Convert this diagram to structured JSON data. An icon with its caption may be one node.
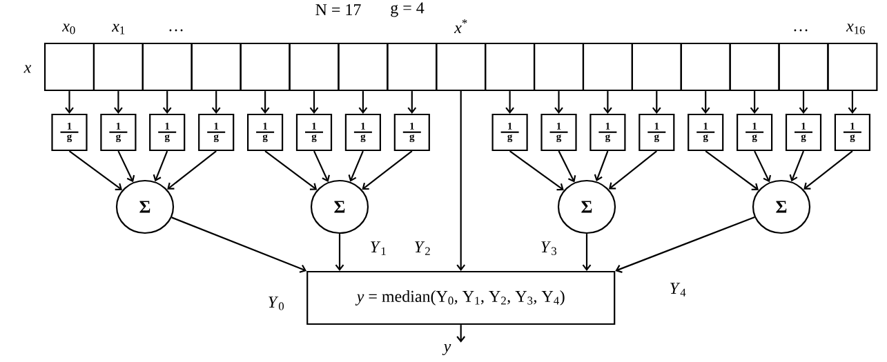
{
  "diagram": {
    "nodes": [
      {
        "text": [],
        "shape": "box",
        "beside": [
          "*x*$_{0}$"
        ]
      },
      {
        "text": [],
        "shape": "box",
        "beside": [
          "*x*$_{1}$"
        ]
      },
      {
        "text": [],
        "shape": "box",
        "beside": [
          "…"
        ]
      },
      {
        "text": [],
        "shape": "box"
      },
      {
        "text": [],
        "shape": "box"
      },
      {
        "text": [],
        "shape": "box"
      },
      {
        "text": [],
        "shape": "box"
      },
      {
        "text": [],
        "shape": "box"
      },
      {
        "text": [],
        "shape": "box",
        "beside": [
          "*x*$^{*}$"
        ]
      },
      {
        "text": [],
        "shape": "box"
      },
      {
        "text": [],
        "shape": "box"
      },
      {
        "text": [],
        "shape": "box"
      },
      {
        "text": [],
        "shape": "box"
      },
      {
        "text": [],
        "shape": "box"
      },
      {
        "text": [],
        "shape": "box"
      },
      {
        "text": [],
        "shape": "box",
        "beside": [
          "…"
        ]
      },
      {
        "text": [],
        "shape": "box",
        "beside": [
          "*x*$_{16}$"
        ]
      },
      {
        "text": [
          "1",
          "g"
        ]
      },
      {
        "text": [
          "1",
          "g"
        ]
      },
      {
        "text": [
          "1",
          "g"
        ]
      },
      {
        "text": [
          "1",
          "g"
        ]
      },
      {
        "text": [
          "1",
          "g"
        ]
      },
      {
        "text": [
          "1",
          "g"
        ]
      },
      {
        "text": [
          "1",
          "g"
        ]
      },
      {
        "text": [
          "1",
          "g"
        ]
      },
      {
        "text": [
          "1",
          "g"
        ]
      },
      {
        "text": [
          "1",
          "g"
        ]
      },
      {
        "text": [
          "1",
          "g"
        ]
      },
      {
        "text": [
          "1",
          "g"
        ]
      },
      {
        "text": [
          "1",
          "g"
        ]
      },
      {
        "text": [
          "1",
          "g"
        ]
      },
      {
        "text": [
          "1",
          "g"
        ]
      },
      {
        "text": [
          "1",
          "g"
        ]
      },
      {
        "text": [
          "Σ"
        ]
      },
      {
        "text": [
          "Σ"
        ]
      },
      {
        "text": [
          "Σ"
        ]
      },
      {
        "text": [
          "Σ"
        ]
      },
      {
        "text": [
          "*y* =  median(Y$_{0}$, Y$_{1}$, Y$_{2}$, Y$_{3}$, Y$_{4}$)"
        ]
      },
      {
        "text": [
          "*y*"
        ]
      }
    ],
    "edges": [
      {
        "from": 0,
        "to": 17,
        "arrow": "to"
      },
      {
        "from": 1,
        "to": 18,
        "arrow": "to"
      },
      {
        "from": 2,
        "to": 19,
        "arrow": "to"
      },
      {
        "from": 3,
        "to": 20,
        "arrow": "to"
      },
      {
        "from": 4,
        "to": 21,
        "arrow": "to"
      },
      {
        "from": 5,
        "to": 22,
        "arrow": "to"
      },
      {
        "from": 6,
        "to": 23,
        "arrow": "to"
      },
      {
        "from": 7,
        "to": 24,
        "arrow": "to"
      },
      {
        "from": 9,
        "to": 25,
        "arrow": "to"
      },
      {
        "from": 10,
        "to": 26,
        "arrow": "to"
      },
      {
        "from": 11,
        "to": 27,
        "arrow": "to"
      },
      {
        "from": 12,
        "to": 28,
        "arrow": "to"
      },
      {
        "from": 13,
        "to": 29,
        "arrow": "to"
      },
      {
        "from": 14,
        "to": 30,
        "arrow": "to"
      },
      {
        "from": 15,
        "to": 31,
        "arrow": "to"
      },
      {
        "from": 16,
        "to": 32,
        "arrow": "to"
      },
      {
        "from": 17,
        "to": 33,
        "arrow": "to"
      },
      {
        "from": 18,
        "to": 33,
        "arrow": "to"
      },
      {
        "from": 19,
        "to": 33,
        "arrow": "to"
      },
      {
        "from": 20,
        "to": 33,
        "arrow": "to"
      },
      {
        "from": 21,
        "to": 34,
        "arrow": "to"
      },
      {
        "from": 22,
        "to": 34,
        "arrow": "to"
      },
      {
        "from": 23,
        "to": 34,
        "arrow": "to"
      },
      {
        "from": 24,
        "to": 34,
        "arrow": "to"
      },
      {
        "from": 25,
        "to": 35,
        "arrow": "to"
      },
      {
        "from": 26,
        "to": 35,
        "arrow": "to"
      },
      {
        "from": 27,
        "to": 35,
        "arrow": "to"
      },
      {
        "from": 28,
        "to": 35,
        "arrow": "to"
      },
      {
        "from": 29,
        "to": 36,
        "arrow": "to"
      },
      {
        "from": 30,
        "to": 36,
        "arrow": "to"
      },
      {
        "from": 31,
        "to": 36,
        "arrow": "to"
      },
      {
        "from": 32,
        "to": 36,
        "arrow": "to"
      },
      {
        "from": 33,
        "to": 37,
        "arrow": "to",
        "label": "*Y*$_{0}$"
      },
      {
        "from": 34,
        "to": 37,
        "arrow": "to",
        "label": "*Y*$_{1}$"
      },
      {
        "from": 8,
        "to": 37,
        "arrow": "to",
        "label": "*Y*$_{2}$"
      },
      {
        "from": 35,
        "to": 37,
        "arrow": "to",
        "label": "*Y*$_{3}$"
      },
      {
        "from": 36,
        "to": 37,
        "arrow": "to",
        "label": "*Y*$_{4}$"
      },
      {
        "from": 37,
        "to": 38,
        "arrow": "to"
      }
    ],
    "labels": [
      "N = 17",
      "g = 4",
      "*x*"
    ]
  }
}
